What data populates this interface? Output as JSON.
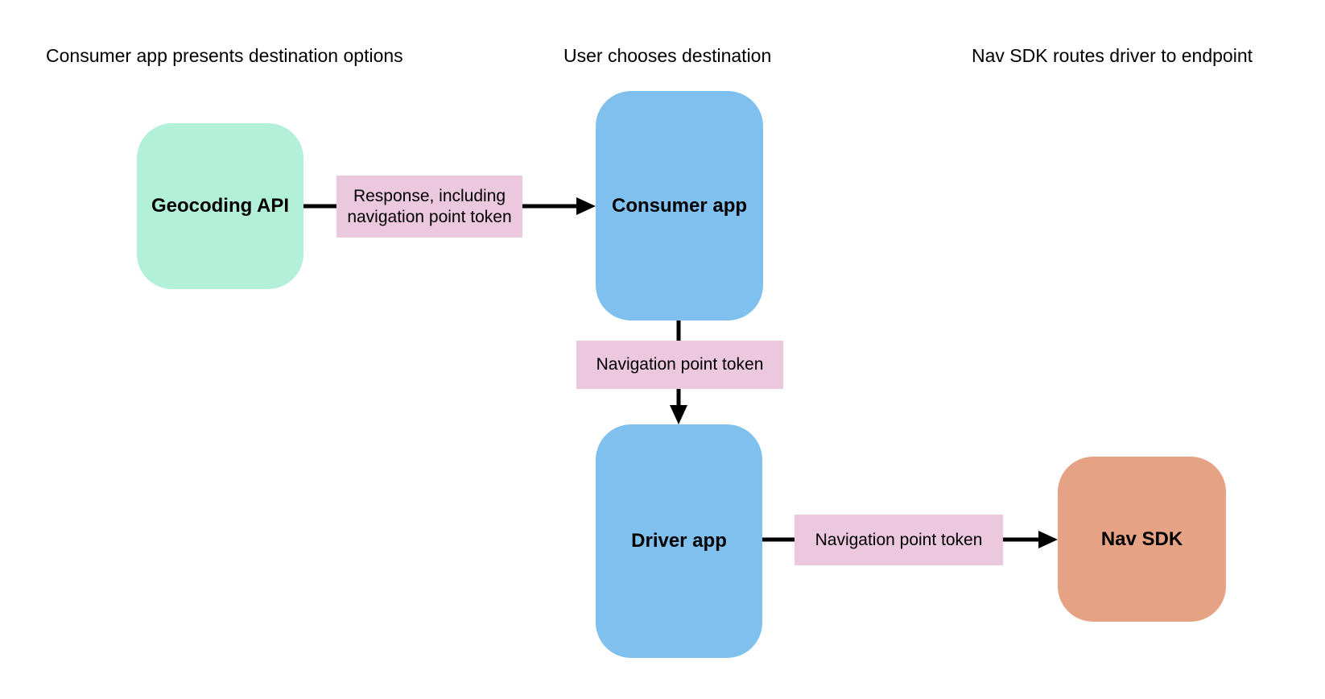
{
  "colors": {
    "background": "#ffffff",
    "text": "#000000",
    "arrow": "#000000",
    "green": "#b2f0da",
    "blue": "#7fc0ef",
    "pink": "#ecc8de",
    "orange": "#e6a284"
  },
  "headers": {
    "left": "Consumer app presents destination options",
    "center": "User chooses destination",
    "right": "Nav SDK routes driver to endpoint"
  },
  "nodes": {
    "geocoding_api": {
      "label": "Geocoding API"
    },
    "consumer_app": {
      "label": "Consumer app"
    },
    "driver_app": {
      "label": "Driver app"
    },
    "nav_sdk": {
      "label": "Nav SDK"
    }
  },
  "edges": {
    "geocoding_to_consumer": {
      "label": "Response, including navigation point token"
    },
    "consumer_to_driver": {
      "label": "Navigation point token"
    },
    "driver_to_nav_sdk": {
      "label": "Navigation point token"
    }
  }
}
